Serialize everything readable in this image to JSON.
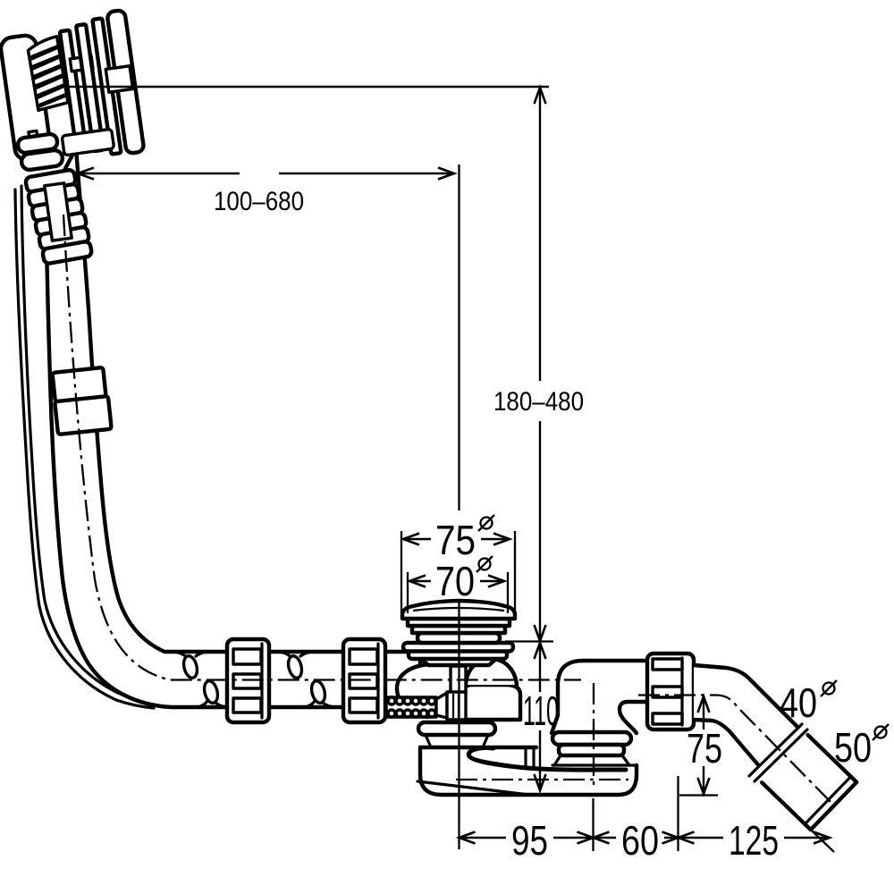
{
  "drawing": {
    "type": "technical-dimension-drawing",
    "subject": "bath-waste-overflow-fitting",
    "colors": {
      "ink": "#000000",
      "background": "#ffffff"
    },
    "diameter_symbol": "ø",
    "dims": {
      "overflow_reach_range": "100–680",
      "overflow_height_range": "180–480",
      "plug_cap_diameter": "75",
      "plug_seal_diameter": "70",
      "valve_height": "110",
      "outlet_center_height": "75",
      "body_length": "95",
      "outlet_offset": "60",
      "outlet_pipe_length": "125",
      "outlet_pipe_diameter": "40",
      "outlet_socket_diameter": "50"
    }
  }
}
